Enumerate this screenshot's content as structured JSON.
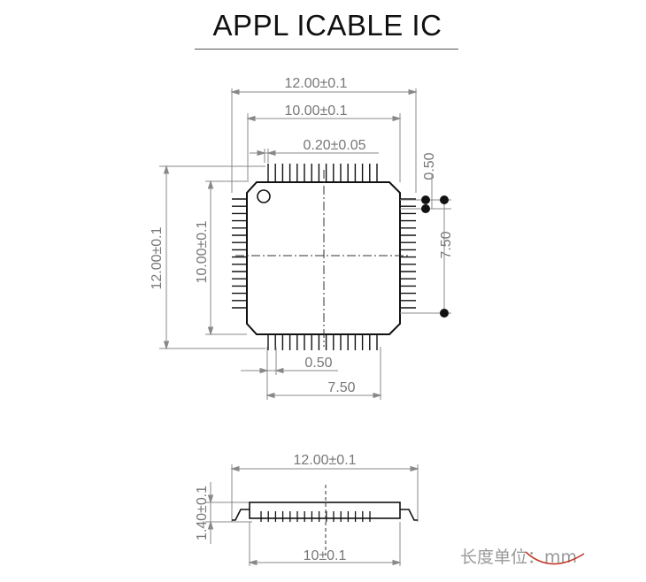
{
  "title": "APPL ICABLE IC",
  "top_view": {
    "overall_width": "12.00±0.1",
    "body_width": "10.00±0.1",
    "lead_width": "0.20±0.05",
    "lead_pitch_right": "0.50",
    "lead_span_right": "7.50",
    "overall_height": "12.00±0.1",
    "body_height": "10.00±0.1",
    "lead_pitch_bottom": "0.50",
    "lead_span_bottom": "7.50",
    "leads_per_side": 16
  },
  "side_view": {
    "overall_width": "12.00±0.1",
    "height": "1.40±0.1",
    "body_width": "10±0.1"
  },
  "unit_note": "长度单位：mm",
  "colors": {
    "line": "#888888",
    "body": "#111111",
    "accent": "#c0392b"
  }
}
